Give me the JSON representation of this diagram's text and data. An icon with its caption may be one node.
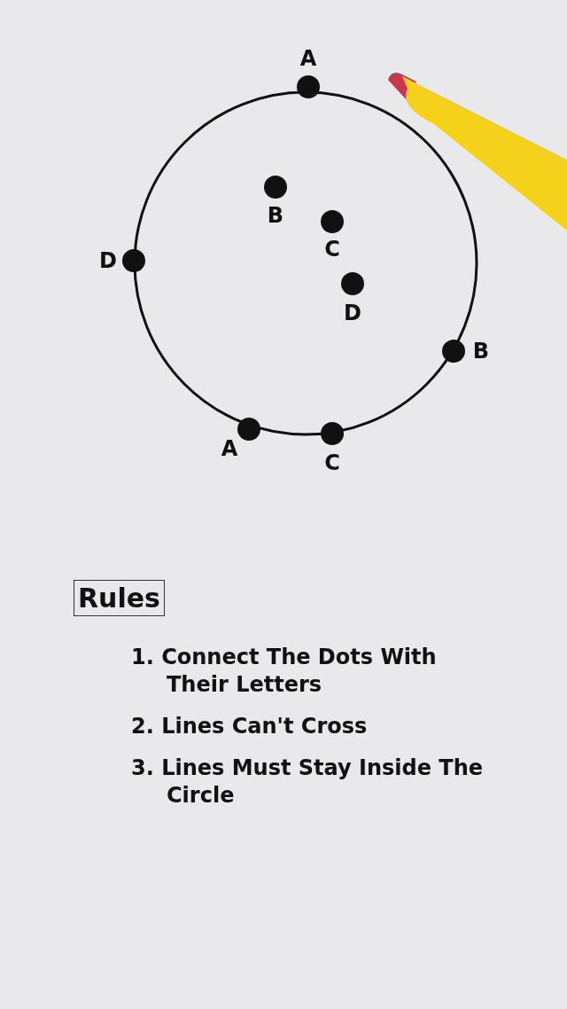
{
  "diagram": {
    "nodes": [
      {
        "text": [],
        "shape": "circle"
      },
      {
        "text": [
          "A"
        ]
      },
      {
        "text": [
          "B"
        ],
        "in": 0
      },
      {
        "text": [
          "C"
        ],
        "in": 0
      },
      {
        "text": [
          "D"
        ]
      },
      {
        "text": [
          "D"
        ],
        "in": 0
      },
      {
        "text": [
          "B"
        ]
      },
      {
        "text": [
          "A"
        ]
      },
      {
        "text": [
          "C"
        ]
      },
      {
        "text": [
          "Rules"
        ]
      }
    ],
    "edges": [],
    "labels": [
      "1. Connect The Dots With Their Letters",
      "2. Lines Can't Cross",
      "3. Lines Must Stay Inside The Circle"
    ]
  }
}
